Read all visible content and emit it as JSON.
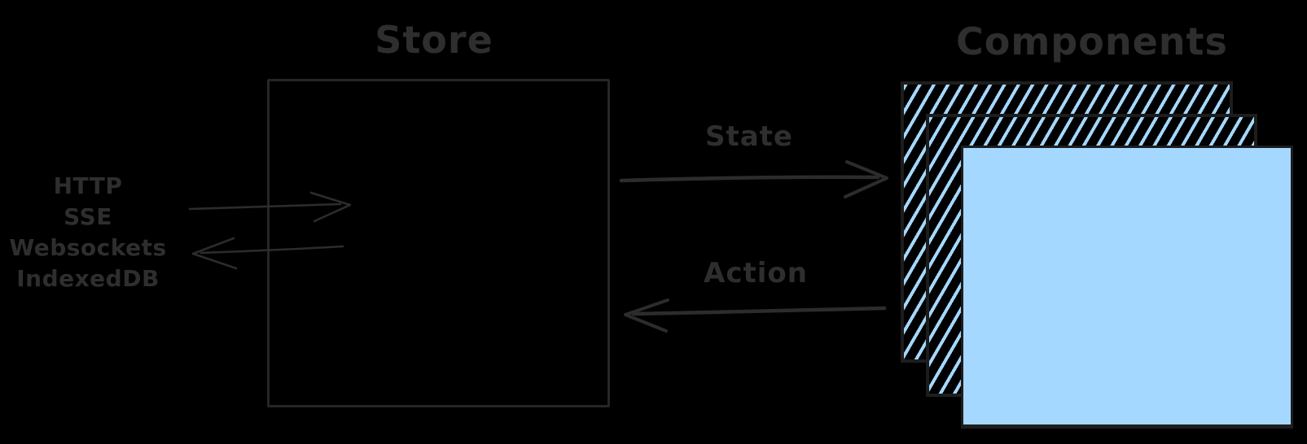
{
  "diagram": {
    "store": {
      "title": "Store"
    },
    "components": {
      "title": "Components"
    },
    "flows": {
      "state": "State",
      "action": "Action"
    },
    "transports": [
      "HTTP",
      "SSE",
      "Websockets",
      "IndexedDB"
    ]
  },
  "colors": {
    "background": "#000000",
    "ink": "#2e2e2e",
    "card_fill": "#a5d8ff",
    "card_stroke": "#1d1d1d"
  }
}
